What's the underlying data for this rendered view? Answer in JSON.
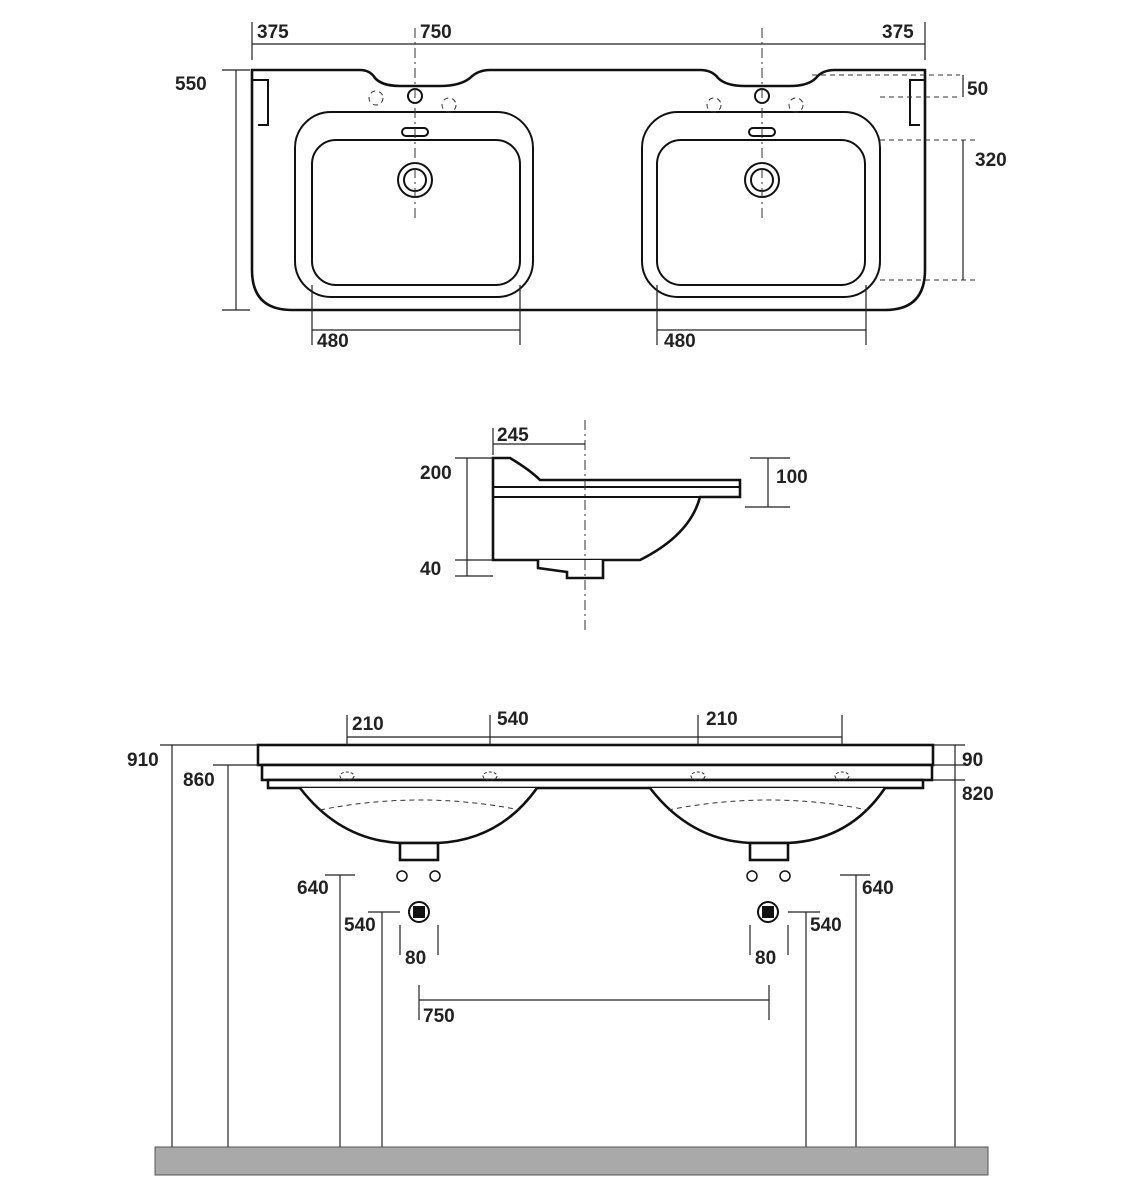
{
  "top_view": {
    "dims": {
      "left_offset": "375",
      "center_spacing": "750",
      "right_offset": "375",
      "depth": "550",
      "tap_offset": "50",
      "bowl_depth": "320",
      "bowl_width_left": "480",
      "bowl_width_right": "480"
    }
  },
  "side_view": {
    "dims": {
      "drain_offset": "245",
      "height": "200",
      "rim": "100",
      "waste": "40"
    }
  },
  "front_view": {
    "dims": {
      "total_height": "910",
      "top_mount": "860",
      "hole_left": "210",
      "hole_center": "540",
      "hole_right": "210",
      "rim_thickness": "90",
      "underside": "820",
      "supply_left": "640",
      "supply_right": "640",
      "waste_left": "540",
      "waste_right": "540",
      "waste_width_left": "80",
      "waste_width_right": "80",
      "waste_spacing": "750"
    }
  },
  "colors": {
    "floor": "#a9a9a9",
    "line": "#111111"
  }
}
